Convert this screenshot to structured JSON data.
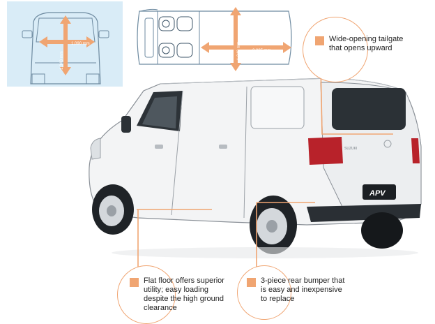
{
  "dimensions": {
    "width_label": "1,090 mm",
    "height_label": "1,340 mm",
    "cargo_width_label": "1,340 mm",
    "cargo_length_label": "2,005 mm"
  },
  "badges": {
    "brand": "SUZUKI",
    "model": "APV"
  },
  "callouts": {
    "tailgate": "Wide-opening tailgate\nthat opens upward",
    "floor": "Flat floor offers superior\nutility; easy loading\ndespite the high ground\nclearance",
    "bumper": "3-piece rear bumper that\nis easy and inexpensive\nto replace"
  },
  "colors": {
    "accent": "#f0a572",
    "diagram_bg": "#d9ecf7"
  }
}
